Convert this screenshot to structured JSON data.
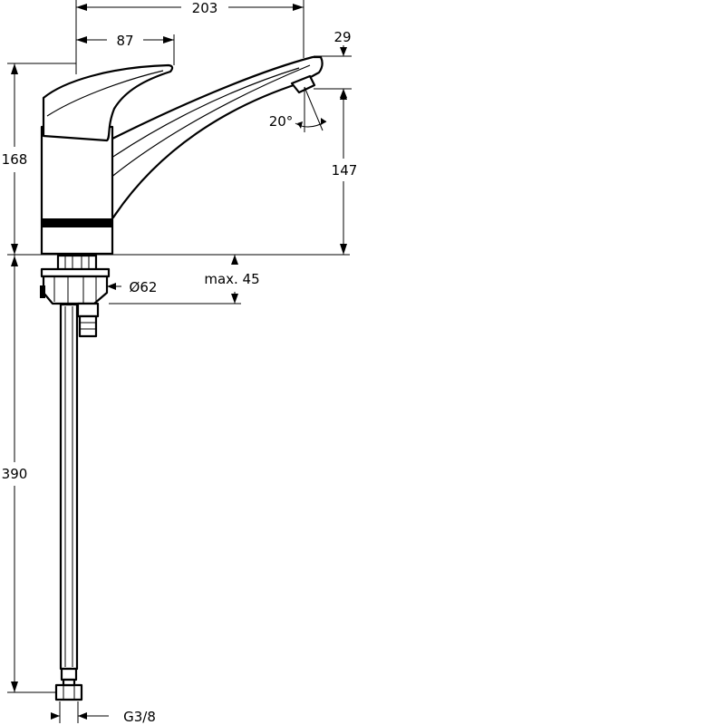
{
  "dimensions": {
    "width_overall": "203",
    "width_handle": "87",
    "spout_height_offset": "29",
    "total_height": "168",
    "outlet_height": "147",
    "angle": "20°",
    "flange_diameter": "Ø62",
    "max_deck_thickness": "max. 45",
    "hose_length": "390",
    "connection": "G3/8"
  }
}
